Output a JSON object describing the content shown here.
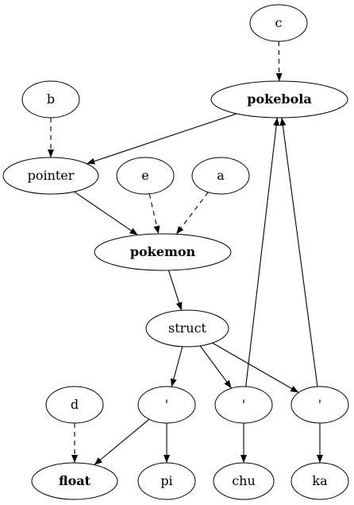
{
  "nodes": {
    "c": {
      "label": "c"
    },
    "pokebola": {
      "label": "pokebola"
    },
    "b": {
      "label": "b"
    },
    "pointer": {
      "label": "pointer"
    },
    "e": {
      "label": "e"
    },
    "a": {
      "label": "a"
    },
    "pokemon": {
      "label": "pokemon"
    },
    "struct": {
      "label": "struct"
    },
    "d": {
      "label": "d"
    },
    "p1": {
      "label": "'"
    },
    "p2": {
      "label": "'"
    },
    "p3": {
      "label": "'"
    },
    "float": {
      "label": "float"
    },
    "pi": {
      "label": "pi"
    },
    "chu": {
      "label": "chu"
    },
    "ka": {
      "label": "ka"
    }
  },
  "edges": [
    {
      "from": "c",
      "to": "pokebola",
      "style": "dashed"
    },
    {
      "from": "b",
      "to": "pointer",
      "style": "dashed"
    },
    {
      "from": "pokebola",
      "to": "pointer",
      "style": "solid"
    },
    {
      "from": "pointer",
      "to": "pokemon",
      "style": "solid"
    },
    {
      "from": "e",
      "to": "pokemon",
      "style": "dashed"
    },
    {
      "from": "a",
      "to": "pokemon",
      "style": "dashed"
    },
    {
      "from": "pokemon",
      "to": "struct",
      "style": "solid"
    },
    {
      "from": "struct",
      "to": "p1",
      "style": "solid"
    },
    {
      "from": "struct",
      "to": "p2",
      "style": "solid"
    },
    {
      "from": "struct",
      "to": "p3",
      "style": "solid"
    },
    {
      "from": "p2",
      "to": "pokebola",
      "style": "solid"
    },
    {
      "from": "p3",
      "to": "pokebola",
      "style": "solid"
    },
    {
      "from": "d",
      "to": "float",
      "style": "dashed"
    },
    {
      "from": "p1",
      "to": "float",
      "style": "solid"
    },
    {
      "from": "p1",
      "to": "pi",
      "style": "solid"
    },
    {
      "from": "p2",
      "to": "chu",
      "style": "solid"
    },
    {
      "from": "p3",
      "to": "ka",
      "style": "solid"
    }
  ]
}
